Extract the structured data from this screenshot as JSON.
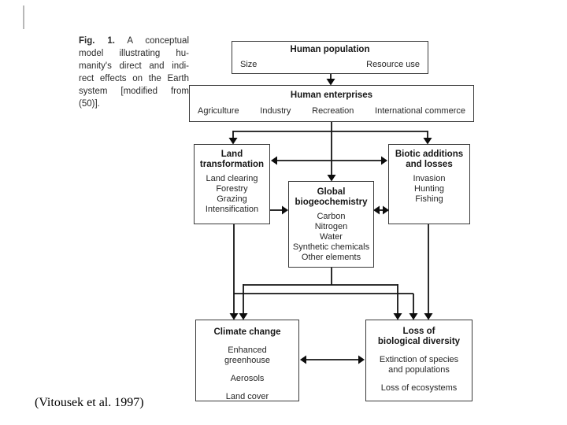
{
  "page": {
    "citation": "(Vitousek et al. 1997)"
  },
  "caption": {
    "label": "Fig. 1.",
    "line1_rest": "A conceptual",
    "lines": [
      "model illustrating hu-",
      "manity's direct and indi-",
      "rect effects on the Earth",
      "system [modified from",
      "(50)]."
    ]
  },
  "boxes": {
    "human_population": {
      "title": "Human population",
      "left_item": "Size",
      "right_item": "Resource use"
    },
    "human_enterprises": {
      "title": "Human enterprises",
      "items": [
        "Agriculture",
        "Industry",
        "Recreation",
        "International commerce"
      ]
    },
    "land_transformation": {
      "title": "Land\ntransformation",
      "items": [
        "Land clearing",
        "Forestry",
        "Grazing",
        "Intensification"
      ]
    },
    "biotic_additions": {
      "title": "Biotic additions\nand losses",
      "items": [
        "Invasion",
        "Hunting",
        "Fishing"
      ]
    },
    "global_biogeochemistry": {
      "title": "Global\nbiogeochemistry",
      "items": [
        "Carbon",
        "Nitrogen",
        "Water",
        "Synthetic chemicals",
        "Other elements"
      ]
    },
    "climate_change": {
      "title": "Climate change",
      "items": [
        "Enhanced\ngreenhouse",
        "Aerosols",
        "Land cover"
      ]
    },
    "biodiversity_loss": {
      "title": "Loss of\nbiological diversity",
      "items": [
        "Extinction of species\nand populations",
        "Loss of ecosystems"
      ]
    }
  },
  "colors": {
    "ink": "#141414",
    "border": "#3a3a3a",
    "background": "#ffffff"
  }
}
